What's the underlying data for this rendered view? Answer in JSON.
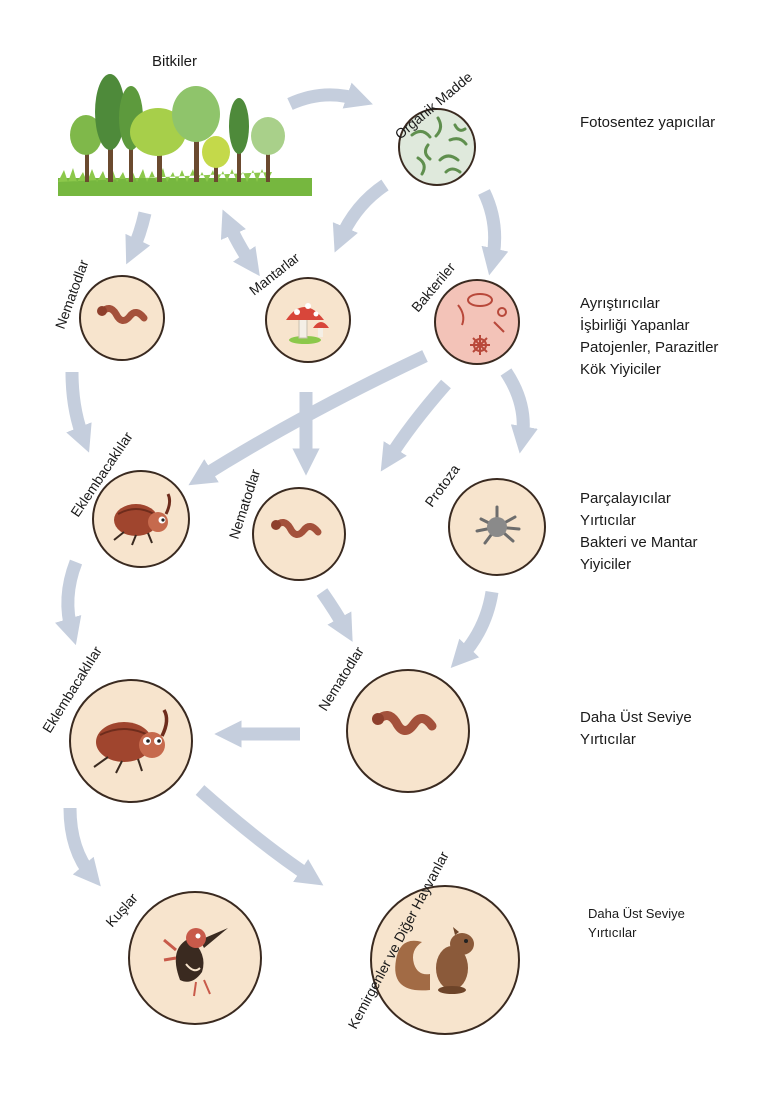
{
  "organisms": {
    "bitkiler": "Bitkiler",
    "organik_madde": "Organik Madde",
    "nematodlar_1": "Nematodlar",
    "mantarlar": "Mantarlar",
    "bakteriler": "Bakteriler",
    "eklembacaklilar_1": "Eklembacaklılar",
    "nematodlar_2": "Nematodlar",
    "protoza": "Protoza",
    "nematodlar_3": "Nematodlar",
    "eklembacaklilar_2": "Eklembacaklılar",
    "kuslar": "Kuşlar",
    "kemirgenler": "Kemirgenler ve Diğer Hayvanlar"
  },
  "levels": {
    "level1": [
      "Fotosentez yapıcılar"
    ],
    "level2": [
      "Ayrıştırıcılar",
      "İşbirliği Yapanlar",
      "Patojenler, Parazitler",
      "Kök Yiyiciler"
    ],
    "level3": [
      "Parçalayıcılar",
      "Yırtıcılar",
      "Bakteri ve Mantar",
      "Yiyiciler"
    ],
    "level4": [
      "Daha Üst Seviye",
      "Yırtıcılar"
    ],
    "level5": [
      "Daha Üst Seviye",
      "Yırtıcılar"
    ]
  },
  "colors": {
    "arrow": "#c5cedd",
    "circle_fill": "#f7e4cd",
    "circle_stroke": "#3a2a20",
    "bacteria_fill": "#f3c3b8",
    "organic_fill": "#dfe9dc",
    "worm": "#a4513b",
    "beetle": "#a0452e"
  }
}
